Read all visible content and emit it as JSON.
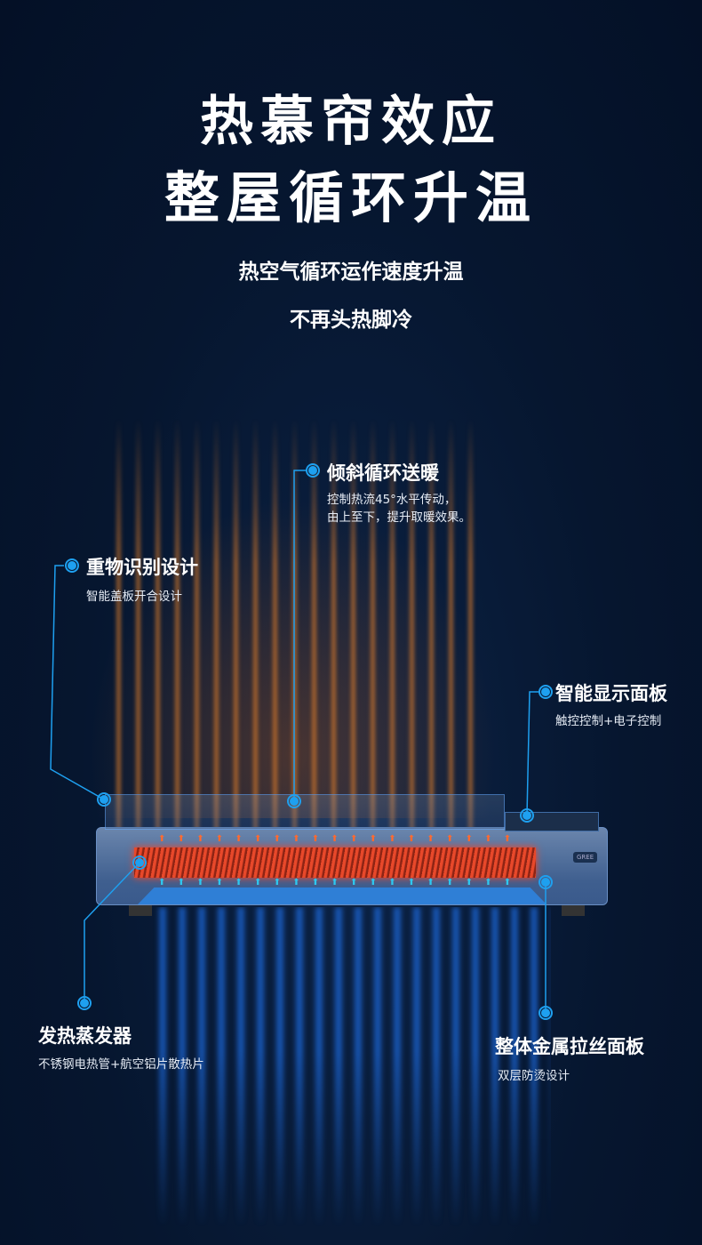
{
  "headline": {
    "line1": "热慕帘效应",
    "line2": "整屋循环升温"
  },
  "subtitle": {
    "line1": "热空气循环运作速度升温",
    "line2": "不再头热脚冷"
  },
  "product": {
    "logo": "GREE"
  },
  "callouts": [
    {
      "title": "倾斜循环送暖",
      "desc": "控制热流45°水平传动，",
      "desc2": "由上至下，提升取暖效果。"
    },
    {
      "title": "重物识别设计",
      "desc": "智能盖板开合设计"
    },
    {
      "title": "智能显示面板",
      "desc": "触控控制+电子控制"
    },
    {
      "title": "发热蒸发器",
      "desc": "不锈钢电热管+航空铝片散热片"
    },
    {
      "title": "整体金属拉丝面板",
      "desc": "双层防烫设计"
    }
  ],
  "colors": {
    "accent": "#1ea0f0",
    "background": "#05142e",
    "hot": "#e8482a",
    "cool": "#2f7fd6"
  }
}
